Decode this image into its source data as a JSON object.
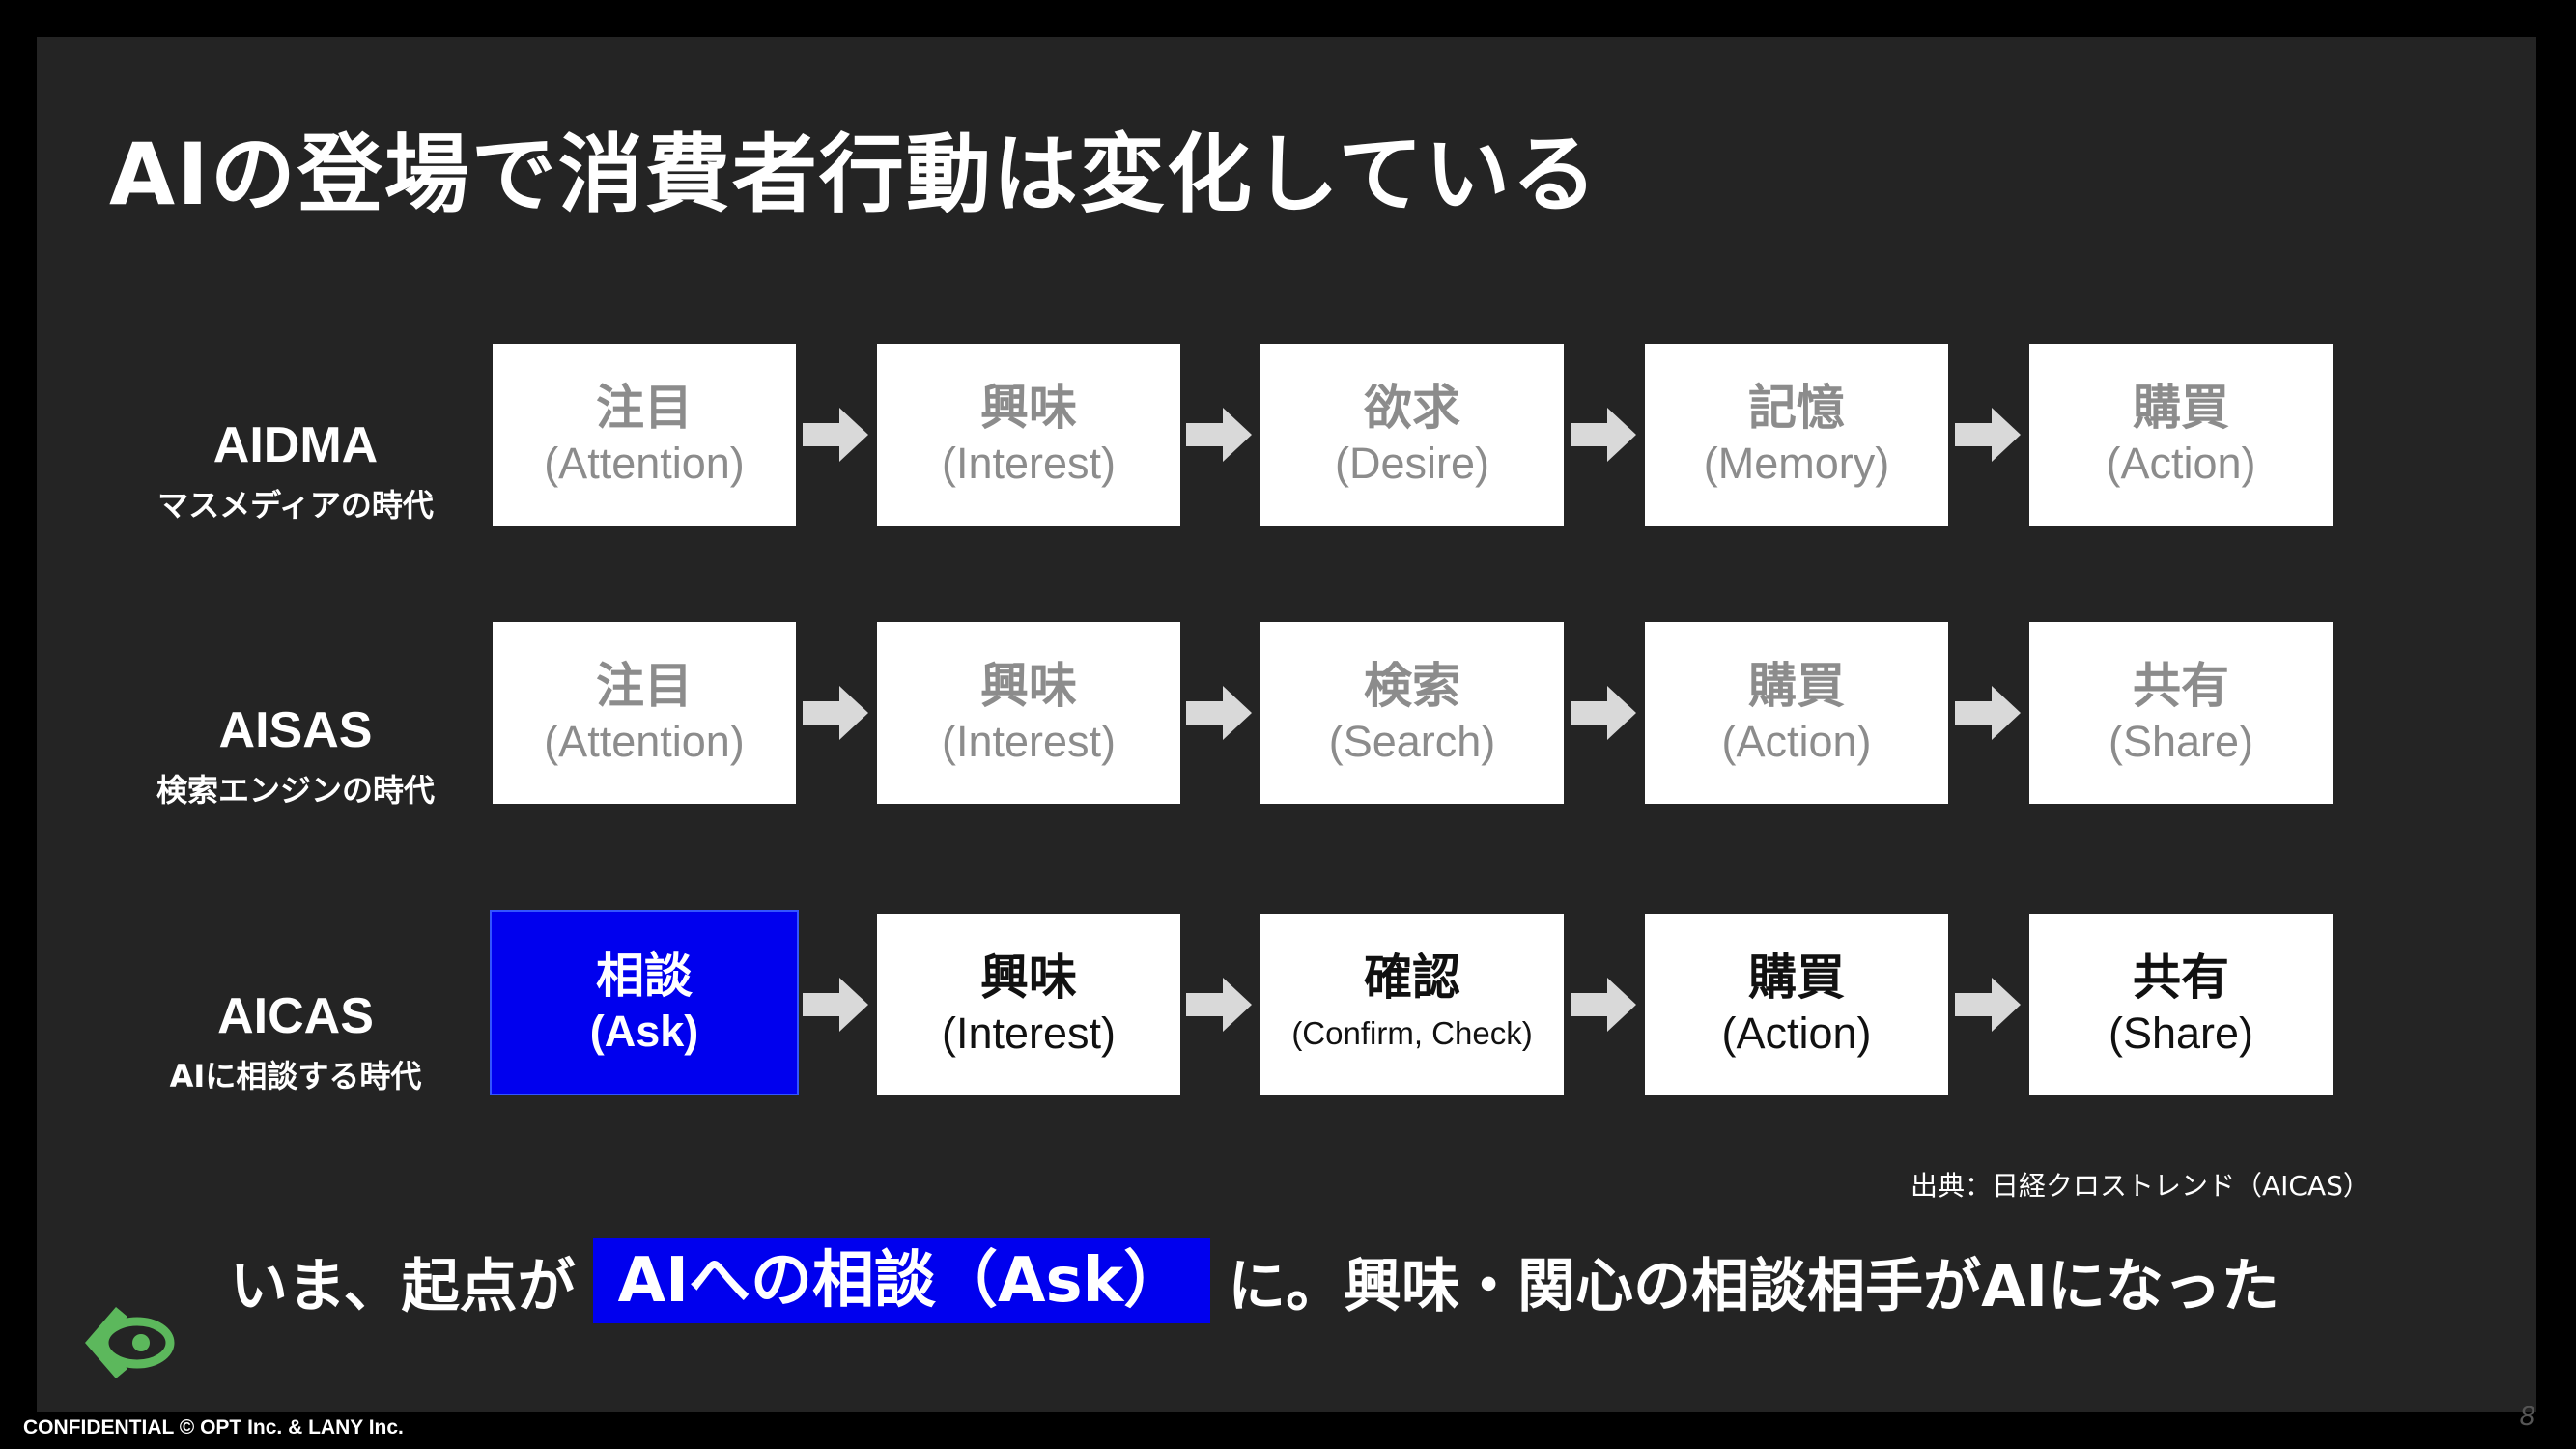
{
  "title": "AIの登場で消費者行動は変化している",
  "models": [
    {
      "name": "AIDMA",
      "subtitle": "マスメディアの時代",
      "steps": [
        {
          "jp": "注目",
          "en": "(Attention)"
        },
        {
          "jp": "興味",
          "en": "(Interest)"
        },
        {
          "jp": "欲求",
          "en": "(Desire)"
        },
        {
          "jp": "記憶",
          "en": "(Memory)"
        },
        {
          "jp": "購買",
          "en": "(Action)"
        }
      ]
    },
    {
      "name": "AISAS",
      "subtitle": "検索エンジンの時代",
      "steps": [
        {
          "jp": "注目",
          "en": "(Attention)"
        },
        {
          "jp": "興味",
          "en": "(Interest)"
        },
        {
          "jp": "検索",
          "en": "(Search)"
        },
        {
          "jp": "購買",
          "en": "(Action)"
        },
        {
          "jp": "共有",
          "en": "(Share)"
        }
      ]
    },
    {
      "name": "AICAS",
      "subtitle": "AIに相談する時代",
      "steps": [
        {
          "jp": "相談",
          "en": "(Ask)"
        },
        {
          "jp": "興味",
          "en": "(Interest)"
        },
        {
          "jp": "確認",
          "en": "(Confirm, Check)"
        },
        {
          "jp": "購買",
          "en": "(Action)"
        },
        {
          "jp": "共有",
          "en": "(Share)"
        }
      ]
    }
  ],
  "source": "出典：日経クロストレンド（AICAS）",
  "tagline": {
    "before": "いま、起点が",
    "highlight": "AIへの相談（Ask）",
    "after": "に。興味・関心の相談相手がAIになった"
  },
  "footer": "CONFIDENTIAL  © OPT Inc. & LANY Inc.",
  "page_number": "8",
  "colors": {
    "background": "#242424",
    "highlight": "#0000ee",
    "box": "#ffffff",
    "dim_text": "#8c8c8c",
    "logo": "#5cb85c"
  }
}
